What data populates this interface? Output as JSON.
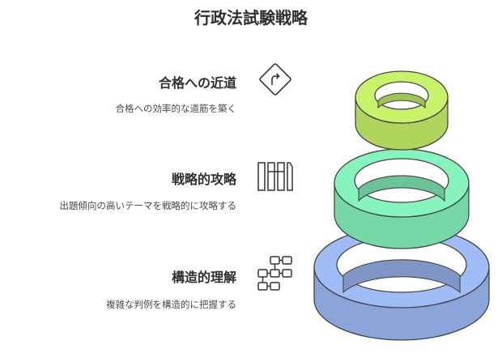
{
  "title": "行政法試験戦略",
  "items": [
    {
      "title": "合格への近道",
      "desc": "合格への効率的な道筋を築く",
      "icon": "route-sign-icon",
      "color": "#c8f26a"
    },
    {
      "title": "戦略的攻略",
      "desc": "出題傾向の高いテーマを戦略的に攻略する",
      "icon": "columns-icon",
      "color": "#86f5bd"
    },
    {
      "title": "構造的理解",
      "desc": "複雑な判例を構造的に把握する",
      "icon": "flowchart-icon",
      "color": "#9fbcf7"
    }
  ]
}
